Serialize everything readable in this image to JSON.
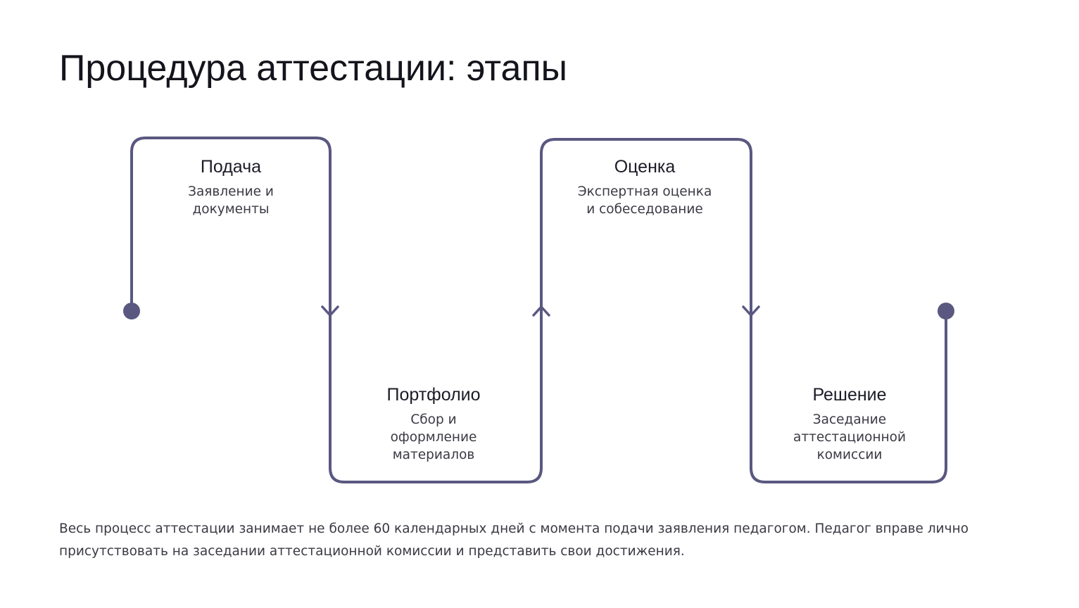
{
  "title": "Процедура аттестации: этапы",
  "stages": [
    {
      "title": "Подача",
      "description": "Заявление и\nдокументы"
    },
    {
      "title": "Портфолио",
      "description": "Сбор и\nоформление\nматериалов"
    },
    {
      "title": "Оценка",
      "description": "Экспертная оценка\nи собеседование"
    },
    {
      "title": "Решение",
      "description": "Заседание\nаттестационной\nкомиссии"
    }
  ],
  "footer": {
    "line1": "Весь процесс аттестации занимает не более 60 календарных дней с момента подачи заявления педагогом. Педагог вправе лично",
    "line2": "присутствовать на заседании аттестационной комиссии и представить свои достижения."
  },
  "colors": {
    "line": "#5a5880",
    "title": "#14141c",
    "text": "#3a3a44"
  }
}
